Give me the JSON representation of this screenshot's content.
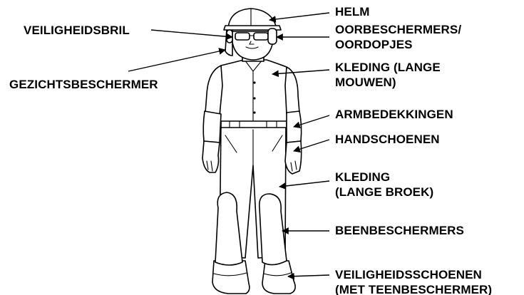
{
  "labels": {
    "helm": "HELM",
    "oorbeschermers_1": "OORBESCHERMERS/",
    "oorbeschermers_2": "OORDOPJES",
    "veiligheidsbril": "VEILIGHEIDSBRIL",
    "gezichtsbeschermer": "GEZICHTSBESCHERMER",
    "kleding_mouwen_1": "KLEDING (LANGE",
    "kleding_mouwen_2": "MOUWEN)",
    "armbedekkingen": "ARMBEDEKKINGEN",
    "handschoenen": "HANDSCHOENEN",
    "kleding_broek_1": "KLEDING",
    "kleding_broek_2": "(LANGE BROEK)",
    "beenbeschermers": "BEENBESCHERMERS",
    "veiligheidsschoenen_1": "VEILIGHEIDSSCHOENEN",
    "veiligheidsschoenen_2": "(MET TEENBESCHERMER)"
  },
  "colors": {
    "ink": "#000000",
    "paper": "#ffffff"
  }
}
